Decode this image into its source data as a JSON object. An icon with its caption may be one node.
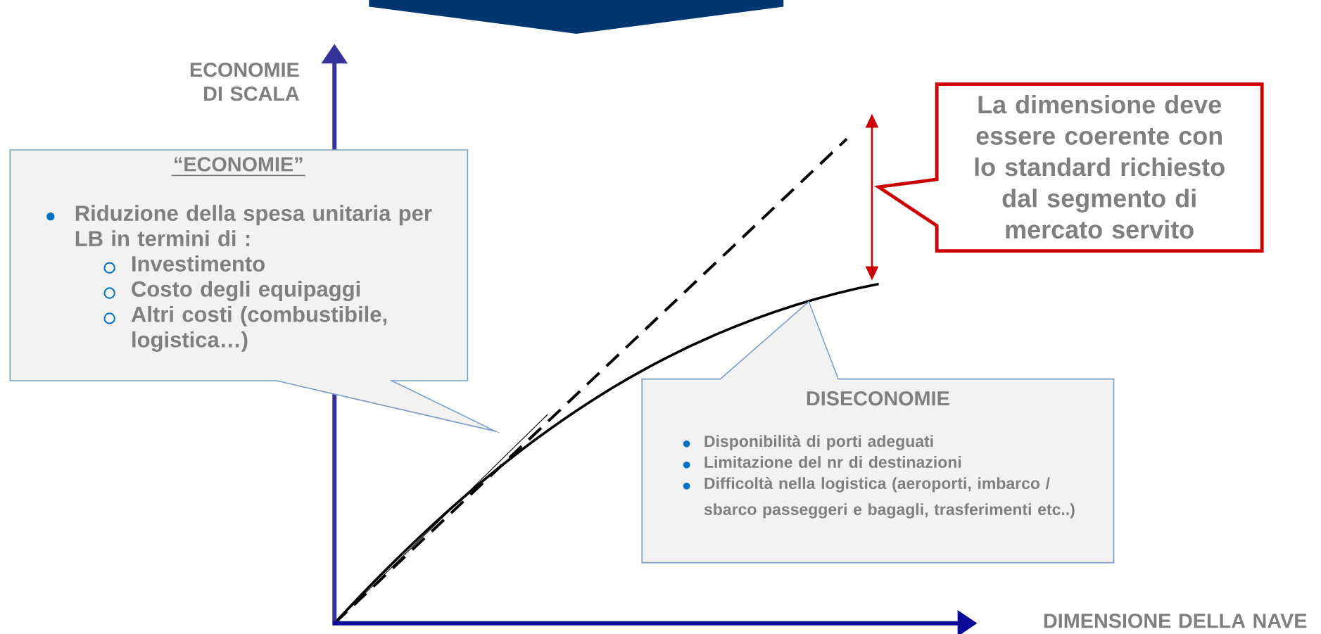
{
  "diagram": {
    "nodes": [
      {
        "text": [],
        "shape": "trapezoid"
      },
      {
        "text": [
          "“ECONOMIE”",
          "Riduzione della spesa unitaria per LB in termini di :",
          "Investimento",
          "Costo degli equipaggi",
          "Altri costi (combustibile, logistica…)"
        ]
      },
      {
        "text": [
          "DISECONOMIE",
          "Disponibilità di porti adeguati",
          "Limitazione del nr di destinazioni",
          "Difficoltà nella logistica (aeroporti, imbarco / sbarco passeggeri e bagagli, trasferimenti etc..)"
        ]
      },
      {
        "text": [
          "La dimensione deve essere coerente con lo standard richiesto dal segmento di mercato servito"
        ]
      }
    ],
    "labels": [
      "ECONOMIE DI SCALA",
      "DIMENSIONE DELLA NAVE"
    ]
  }
}
